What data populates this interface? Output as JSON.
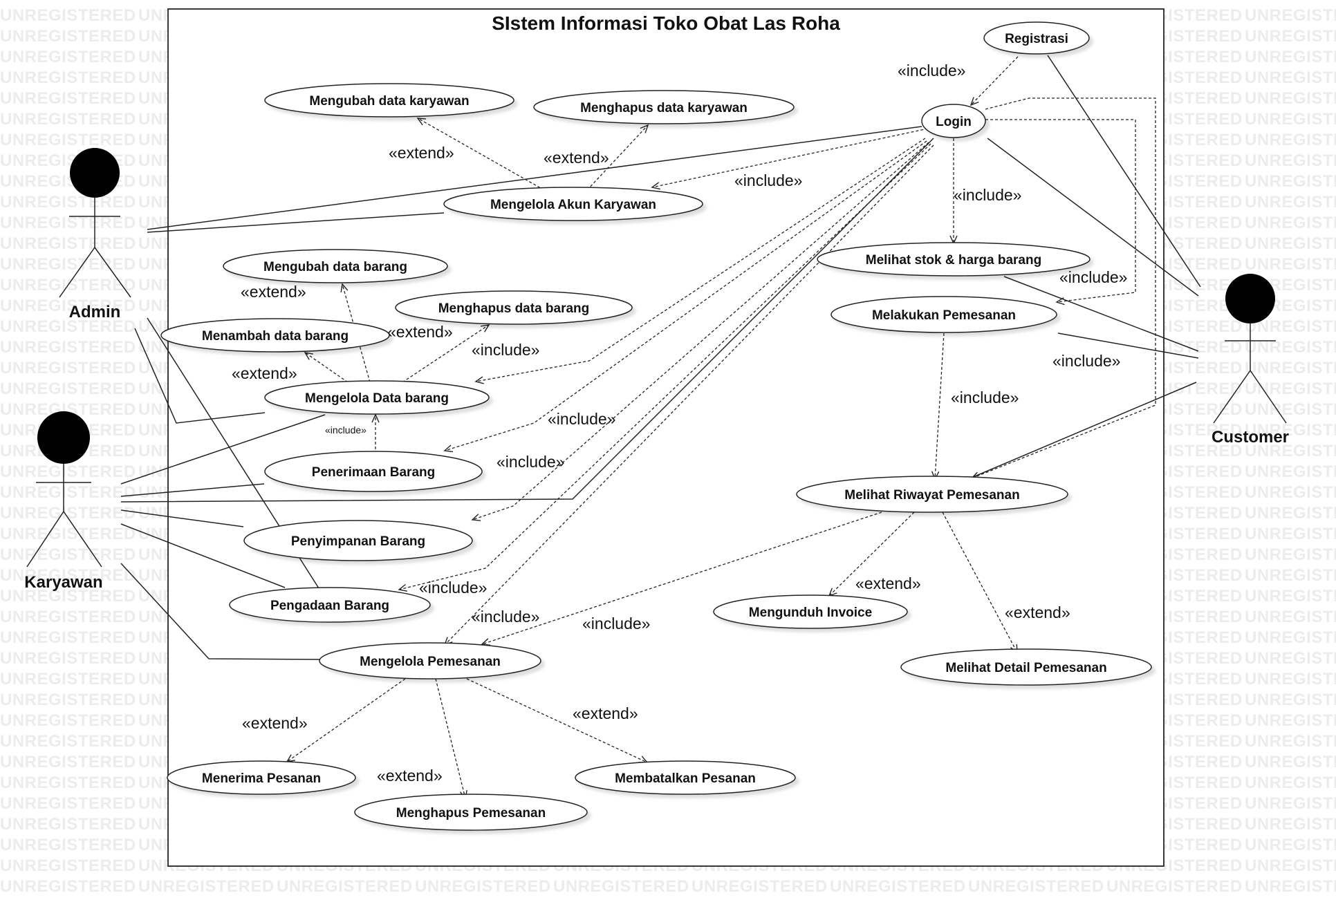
{
  "watermark": "UNREGISTERED",
  "system": {
    "title": "SIstem Informasi Toko Obat Las Roha"
  },
  "actors": {
    "admin": "Admin",
    "karyawan": "Karyawan",
    "customer": "Customer"
  },
  "use_cases": {
    "registrasi": "Registrasi",
    "login": "Login",
    "ubah_karyawan": "Mengubah data karyawan",
    "hapus_karyawan": "Menghapus data karyawan",
    "akun_karyawan": "Mengelola Akun Karyawan",
    "ubah_barang": "Mengubah data barang",
    "hapus_barang": "Menghapus data barang",
    "tambah_barang": "Menambah data barang",
    "kelola_barang": "Mengelola Data barang",
    "penerimaan": "Penerimaan Barang",
    "penyimpanan": "Penyimpanan Barang",
    "pengadaan": "Pengadaan Barang",
    "kelola_pemesanan": "Mengelola Pemesanan",
    "menerima": "Menerima Pesanan",
    "hapus_pemesanan": "Menghapus Pemesanan",
    "batal": "Membatalkan Pesanan",
    "stok": "Melihat stok & harga barang",
    "pemesanan": "Melakukan Pemesanan",
    "riwayat": "Melihat Riwayat Pemesanan",
    "invoice": "Mengunduh Invoice",
    "detail": "Melihat Detail Pemesanan"
  },
  "stereotypes": {
    "include": "«include»",
    "extend": "«extend»"
  }
}
